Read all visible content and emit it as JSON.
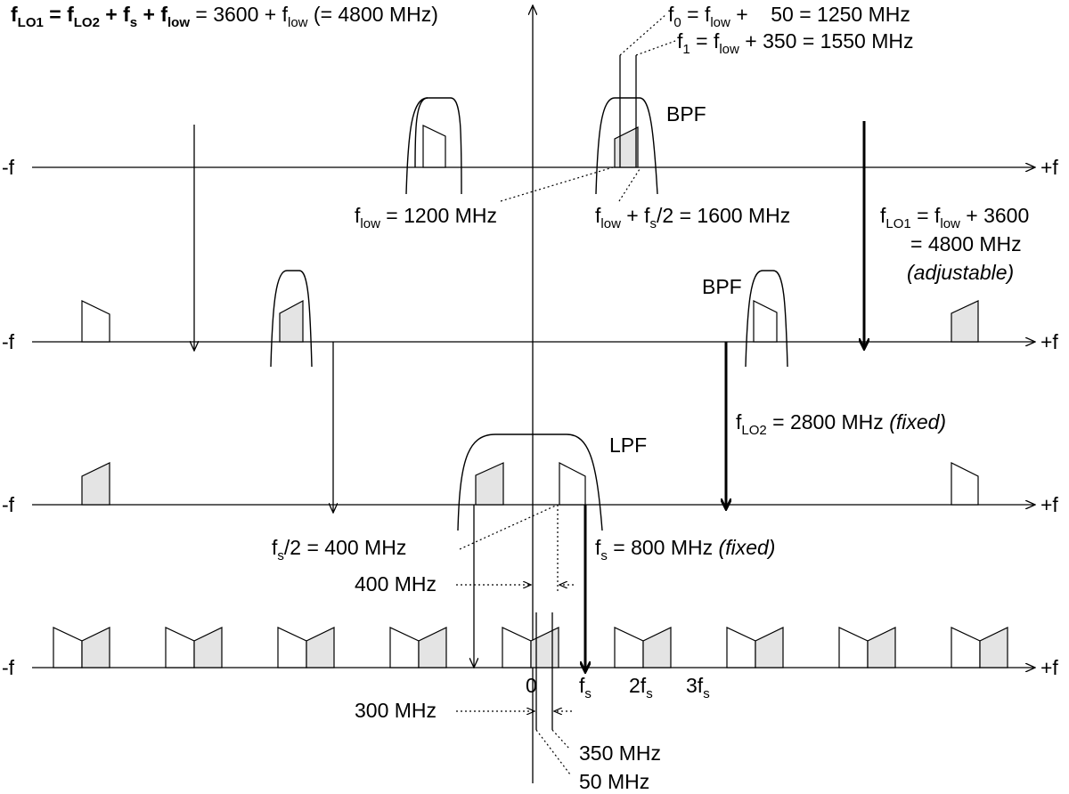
{
  "title": {
    "text": "f_LO1 = f_LO2 + f_s + f_low = 3600 + f_low (= 4800 MHz)"
  },
  "annotations": {
    "f0": "f₀ = f_low +   50 = 1250 MHz",
    "f1": "f₁ = f_low + 350 = 1550 MHz",
    "flow": "f_low = 1200 MHz",
    "flow_fs2": "f_low + f_s/2 = 1600 MHz",
    "flo1_line1": "f_LO1 = f_low + 3600",
    "flo1_line2": "= 4800 MHz",
    "flo1_line3": "(adjustable)",
    "flo2_main": "f_LO2 = 2800 MHz",
    "flo2_note": "(fixed)",
    "fs2_label": "f_s/2 = 400 MHz",
    "fs_label": "f_s = 800 MHz",
    "fs_note": "(fixed)",
    "mhz400": "400 MHz",
    "mhz300": "300 MHz",
    "mhz350": "350 MHz",
    "mhz50": "50 MHz"
  },
  "filters": {
    "bpf1": "BPF",
    "bpf2": "BPF",
    "lpf": "LPF"
  },
  "axes": {
    "neg": "-f",
    "pos": "+f"
  },
  "ticks": {
    "zero": "0",
    "fs": "f_s",
    "two_fs": "2f_s",
    "three_fs": "3f_s"
  }
}
